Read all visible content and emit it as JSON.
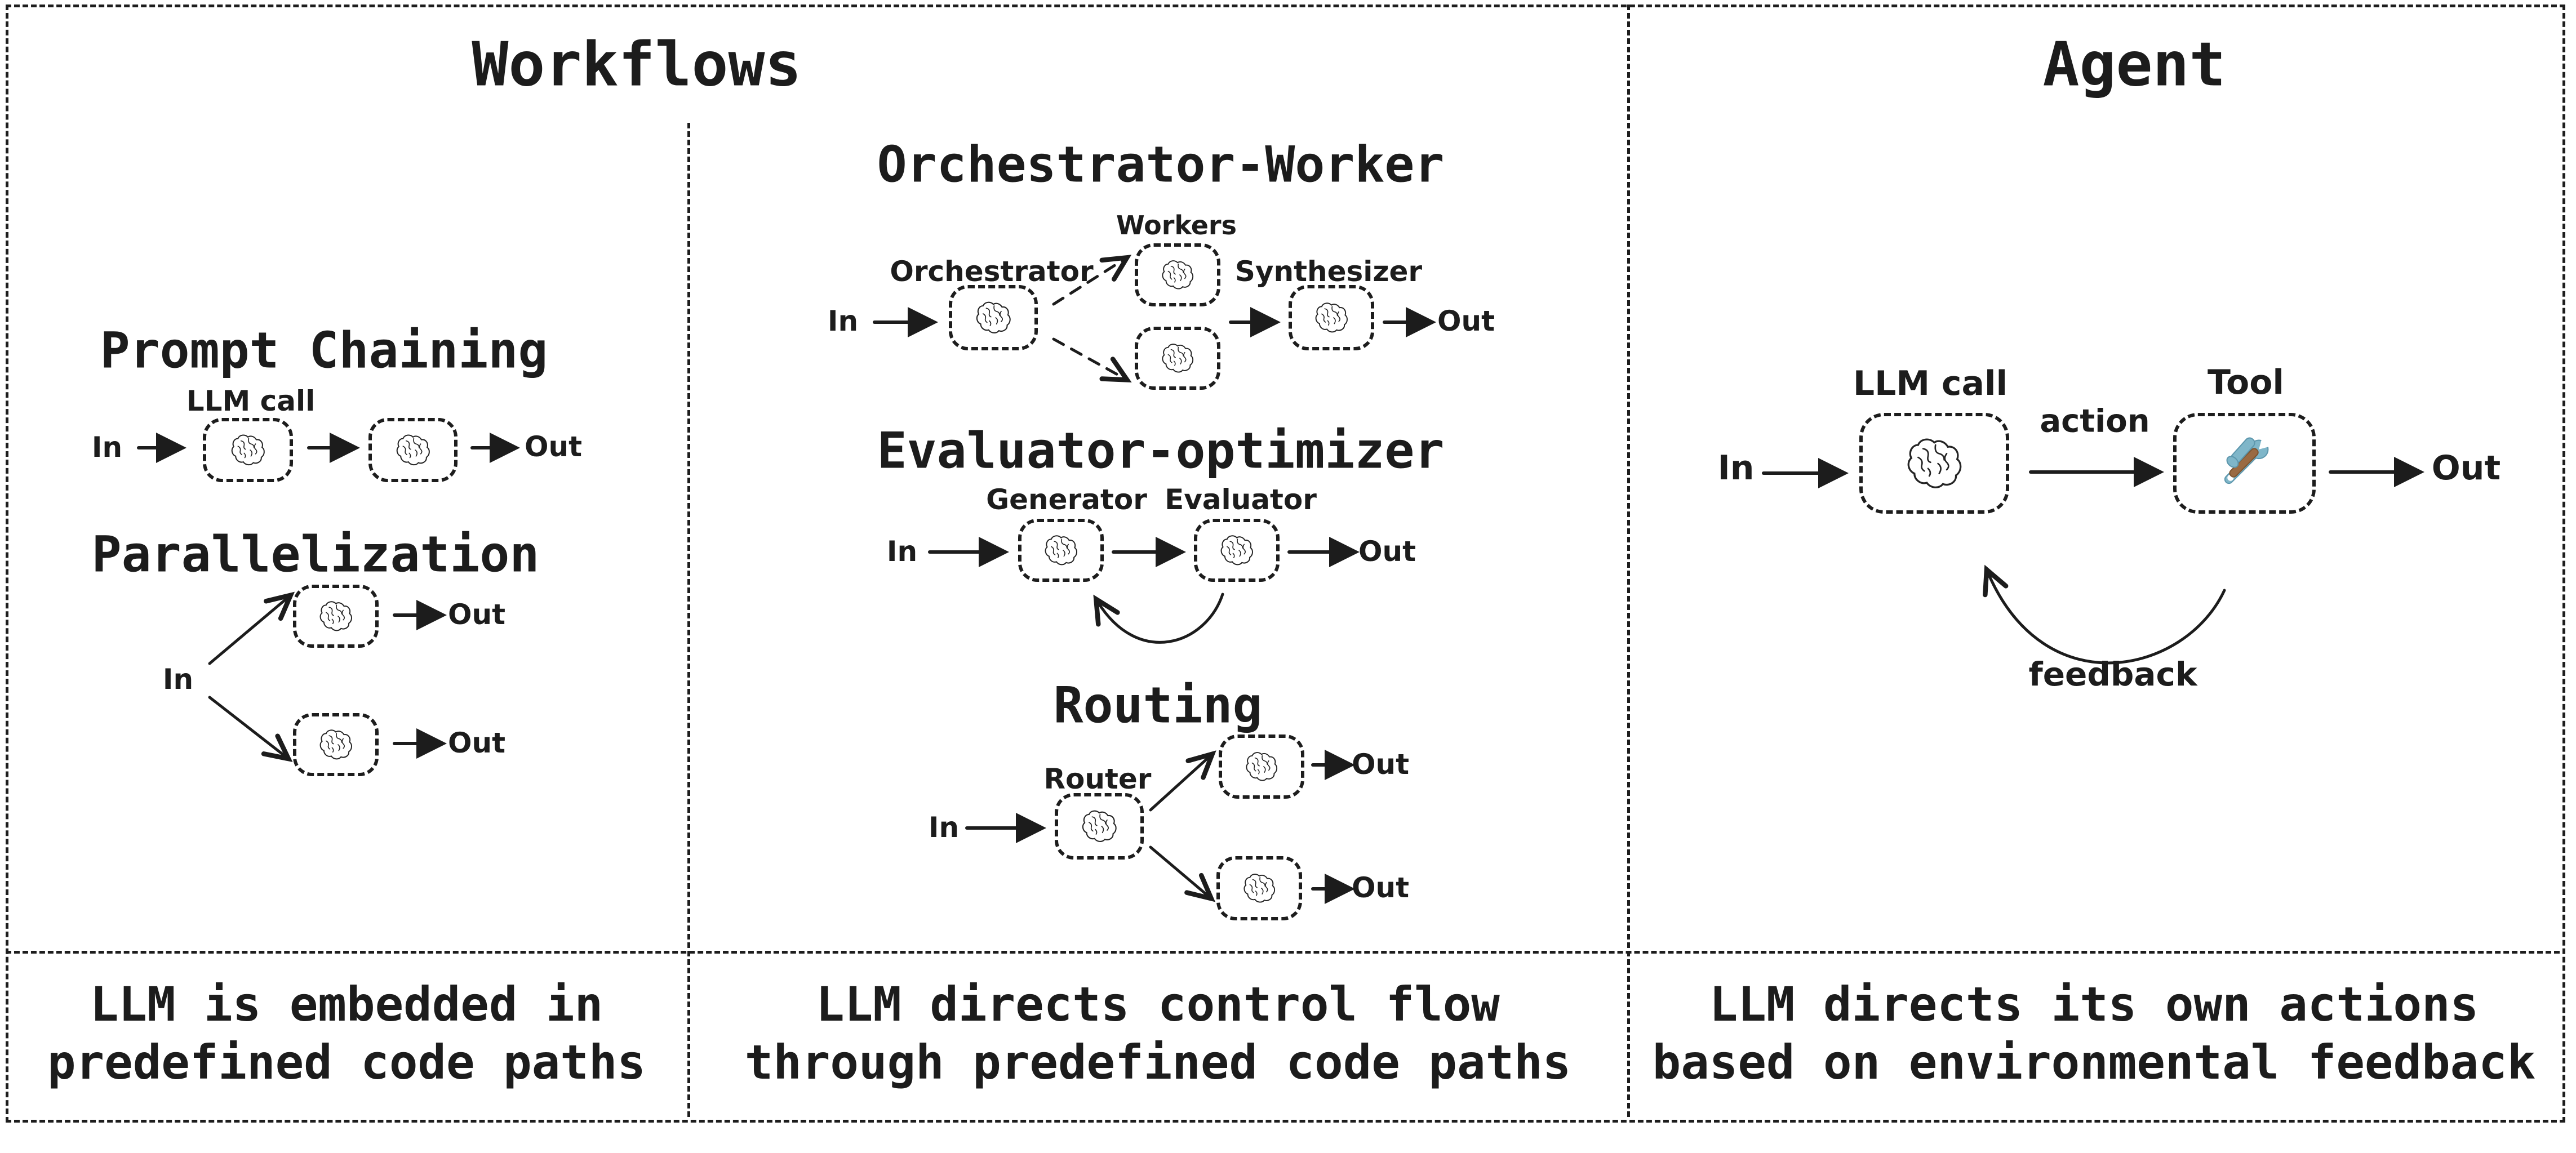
{
  "colors": {
    "ink": "#1c1c1c",
    "background": "#ffffff",
    "tool_blue": "#7fb6c9",
    "tool_blue_dark": "#5d97ad",
    "tool_brown": "#9a6a42"
  },
  "workflows": {
    "title": "Workflows",
    "prompt_chaining": {
      "title": "Prompt Chaining",
      "llm_call_label": "LLM call",
      "in": "In",
      "out": "Out"
    },
    "parallelization": {
      "title": "Parallelization",
      "in": "In",
      "out_top": "Out",
      "out_bottom": "Out"
    },
    "orchestrator_worker": {
      "title": "Orchestrator-Worker",
      "workers_label": "Workers",
      "orchestrator_label": "Orchestrator",
      "synthesizer_label": "Synthesizer",
      "in": "In",
      "out": "Out"
    },
    "evaluator_optimizer": {
      "title": "Evaluator-optimizer",
      "generator_label": "Generator",
      "evaluator_label": "Evaluator",
      "in": "In",
      "out": "Out"
    },
    "routing": {
      "title": "Routing",
      "router_label": "Router",
      "in": "In",
      "out_top": "Out",
      "out_bottom": "Out"
    },
    "caption_col1": {
      "line1": "LLM is embedded in",
      "line2": "predefined code paths"
    },
    "caption_col2": {
      "line1": "LLM directs control flow",
      "line2": "through predefined code paths"
    }
  },
  "agent": {
    "title": "Agent",
    "llm_call_label": "LLM call",
    "tool_label": "Tool",
    "action_label": "action",
    "feedback_label": "feedback",
    "in": "In",
    "out": "Out",
    "caption": {
      "line1": "LLM directs its own actions",
      "line2": "based on environmental feedback"
    }
  }
}
